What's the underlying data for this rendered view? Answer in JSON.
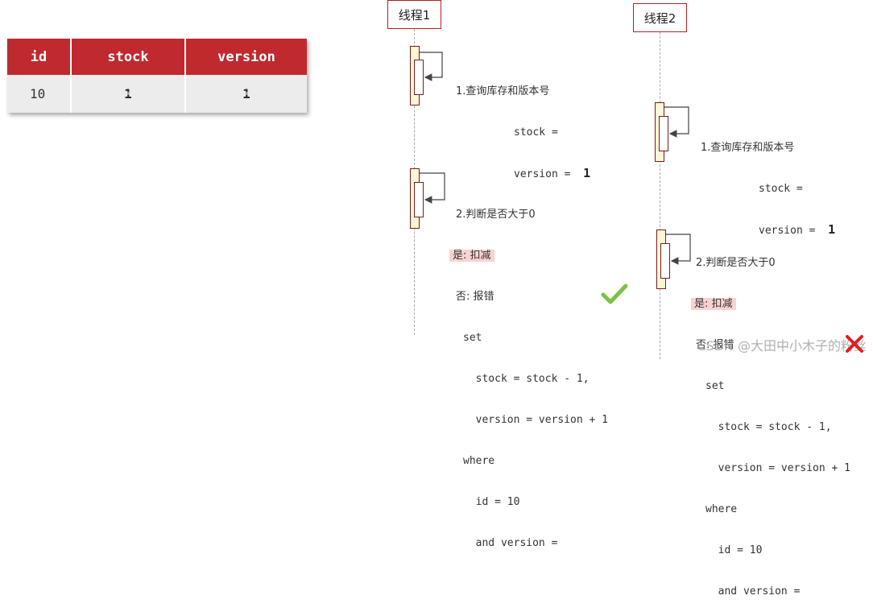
{
  "table": {
    "headers": [
      "id",
      "stock",
      "version"
    ],
    "row": [
      "10",
      "1",
      "1"
    ]
  },
  "thread1": {
    "title": "线程1",
    "query_label": "1.查询库存和版本号",
    "stock_label": "stock =",
    "version_label": "version =",
    "version_value": "1",
    "judge_label": "2.判断是否大于0",
    "yes_label": "是: 扣减",
    "no_label": "否: 报错",
    "sql_lines": [
      "set",
      "  stock = stock - 1,",
      "  version = version + 1",
      "where",
      "  id = 10",
      "  and version ="
    ],
    "result_icon": "check-icon"
  },
  "thread2": {
    "title": "线程2",
    "query_label": "1.查询库存和版本号",
    "stock_label": "stock =",
    "version_label": "version =",
    "version_value": "1",
    "judge_label": "2.判断是否大于0",
    "yes_label": "是: 扣减",
    "no_label": "否: 报错",
    "sql_lines": [
      "set",
      "  stock = stock - 1,",
      "  version = version + 1",
      "where",
      "  id = 10",
      "  and version ="
    ],
    "result_icon": "cross-icon"
  },
  "colors": {
    "header_red": "#c0292e",
    "activation_fill": "#fdf7d6",
    "highlight": "#f9d3d0",
    "check_green": "#7cc243",
    "cross_red": "#e02020"
  },
  "watermark": "CSDN @大田中小木子的粉丝"
}
